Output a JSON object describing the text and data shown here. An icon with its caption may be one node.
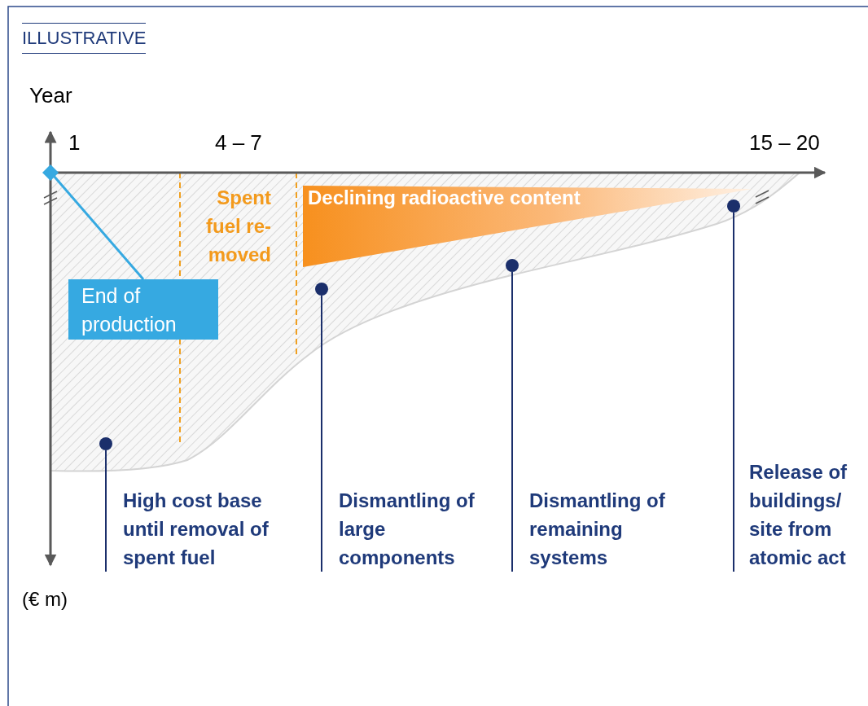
{
  "diagram": {
    "nodes": [
      {
        "text": [],
        "shape": "diamond"
      },
      {
        "text": [
          "End of production"
        ]
      },
      {
        "text": [
          "Declining radioactive content"
        ]
      },
      {
        "text": [
          "High cost base until removal of spent fuel"
        ]
      },
      {
        "text": [
          "Dismantling of large components"
        ]
      },
      {
        "text": [
          "Dismantling of remaining systems"
        ]
      },
      {
        "text": [
          "Release of buildings/ site from atomic act"
        ]
      },
      {
        "text": [],
        "shape": "circle"
      },
      {
        "text": [],
        "shape": "circle"
      },
      {
        "text": [],
        "shape": "circle"
      },
      {
        "text": [],
        "shape": "circle"
      }
    ],
    "edges": [
      {
        "from": 1,
        "to": 0,
        "arrow": "none",
        "color": "#36a9e1"
      },
      {
        "from": 3,
        "to": 7,
        "arrow": "none"
      },
      {
        "from": 4,
        "to": 8,
        "arrow": "none"
      },
      {
        "from": 5,
        "to": 9,
        "arrow": "none"
      },
      {
        "from": 6,
        "to": 10,
        "arrow": "none"
      }
    ],
    "labels": [
      "ILLUSTRATIVE",
      "Year",
      "1",
      "4 – 7",
      "15 – 20",
      "Spent fuel re- moved",
      "(€ m)"
    ]
  }
}
